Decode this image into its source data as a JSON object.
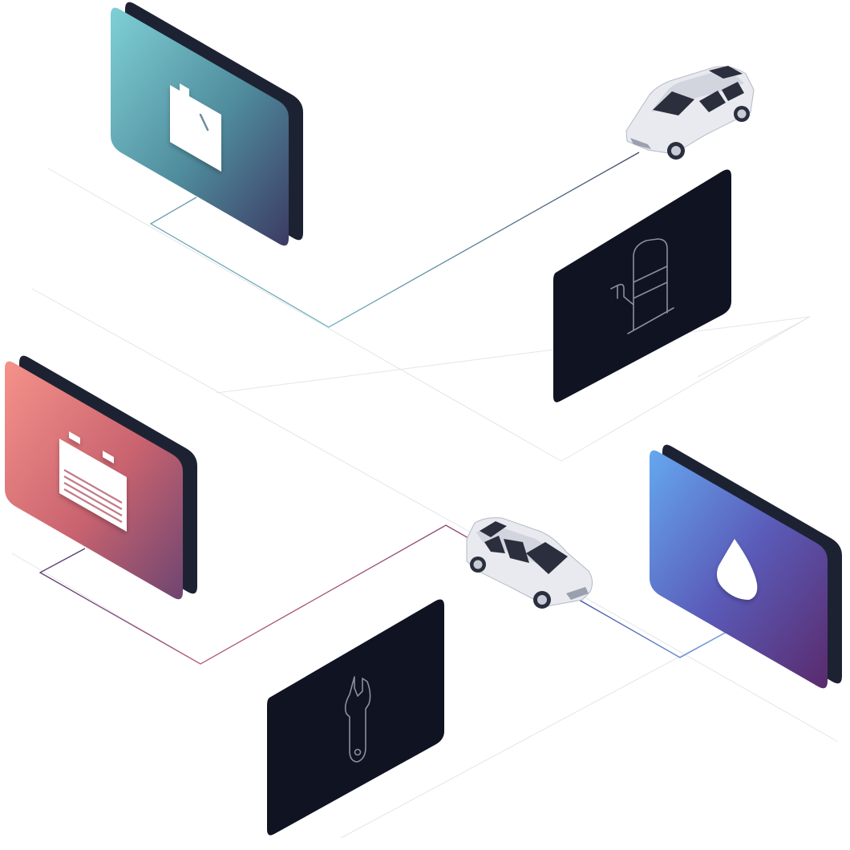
{
  "scene": {
    "background": "#ffffff",
    "cards": [
      {
        "id": "fuel-can-card",
        "icon": "fuel-can-icon",
        "style": "gradient",
        "colors": [
          "#76c9d3",
          "#3e3f66"
        ]
      },
      {
        "id": "fuel-pump-card",
        "icon": "fuel-pump-icon",
        "style": "dark",
        "colors": [
          "#0f1322",
          "#0f1322"
        ]
      },
      {
        "id": "battery-card",
        "icon": "battery-icon",
        "style": "gradient",
        "colors": [
          "#f28c80",
          "#7d4a6e"
        ]
      },
      {
        "id": "oil-drop-card",
        "icon": "oil-drop-icon",
        "style": "gradient",
        "colors": [
          "#5fa2ee",
          "#5c2a6e"
        ]
      },
      {
        "id": "wrench-card",
        "icon": "wrench-icon",
        "style": "dark",
        "colors": [
          "#0f1322",
          "#0f1322"
        ]
      }
    ],
    "cars": [
      {
        "id": "car-top",
        "icon": "car-icon",
        "color": "#e9ebf1"
      },
      {
        "id": "car-bottom",
        "icon": "car-icon",
        "color": "#e9ebf1"
      }
    ],
    "connector_colors": {
      "teal": "#7ac9d2",
      "slate": "#475373",
      "coral": "#e0857a",
      "indigo": "#4b3d7a",
      "blue": "#5b86d8"
    },
    "grid_line_color": "#e3e5ea"
  }
}
